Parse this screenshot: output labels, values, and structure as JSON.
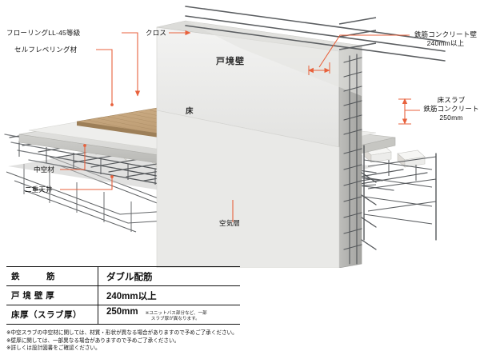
{
  "colors": {
    "leader": "#e8613c",
    "flooring": "#c3a277",
    "concrete": "#d9d9d7",
    "concrete_dark": "#b9b9b6",
    "wall_face": "#ececeb",
    "rebar": "#5a5d60",
    "void_former": "#f4f4f2",
    "text": "#111111"
  },
  "diagram": {
    "labels": {
      "cross": "クロス",
      "flooring": "フローリングLL-45等級",
      "self_leveling": "セルフレベリング材",
      "void_material": "中空材",
      "double_ceiling": "二重天井",
      "party_wall": "戸境壁",
      "floor": "床",
      "air_layer": "空気層",
      "rc_wall_line1": "鉄筋コンクリート壁",
      "rc_wall_line2": "240mm以上",
      "floor_slab_line1": "床スラブ",
      "floor_slab_line2": "鉄筋コンクリート",
      "floor_slab_line3": "250mm"
    }
  },
  "spec_table": {
    "rows": [
      {
        "label": "鉄　　　筋",
        "value": "ダブル配筋",
        "note": ""
      },
      {
        "label": "戸 境 壁 厚",
        "value": "240mm以上",
        "note": ""
      },
      {
        "label": "床厚（スラブ厚）",
        "value": "250mm",
        "note": "※ユニットバス部分など、一部\n　 スラブ厚が異なります。"
      }
    ]
  },
  "footnotes": [
    "※中空スラブの中空材に関しては、材質・形状が異なる場合がありますので予めご了承ください。",
    "※壁厚に関しては、一部異なる場合がありますので予めご了承ください。",
    "※詳しくは設計図書をご確認ください。"
  ]
}
